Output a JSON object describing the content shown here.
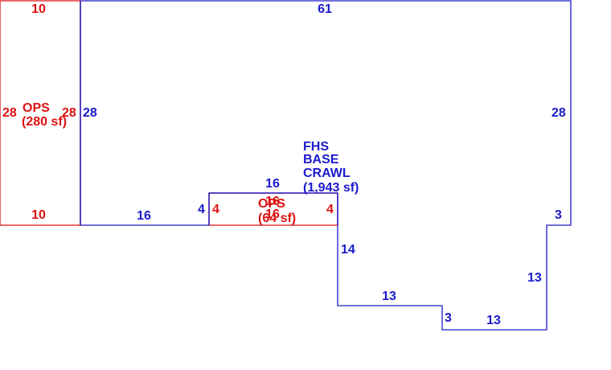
{
  "colors": {
    "main_structure": "#1a1acc",
    "porch": "#dd1111",
    "background": "#ffffff"
  },
  "areas": {
    "main": {
      "name_lines": [
        "FHS",
        "BASE",
        "CRAWL"
      ],
      "area": "(1,943 sf)"
    },
    "ops_left": {
      "name": "OPS",
      "area": "(280 sf)"
    },
    "ops_small": {
      "name": "OPS",
      "area": "(64 sf)"
    }
  },
  "dimensions": {
    "main": {
      "top": "61",
      "left": "28",
      "right": "28",
      "bottom_left": "16",
      "notch_left": "4",
      "notch_top": "16",
      "notch_right_drop": "14",
      "step_bottom_1": "13",
      "step_drop": "3",
      "step_bottom_2": "13",
      "right_lower": "13",
      "right_jog": "3"
    },
    "ops_left": {
      "top": "10",
      "bottom": "10",
      "left": "28",
      "right": "28"
    },
    "ops_small": {
      "top": "16",
      "bottom": "16",
      "left": "4",
      "right": "4"
    }
  }
}
